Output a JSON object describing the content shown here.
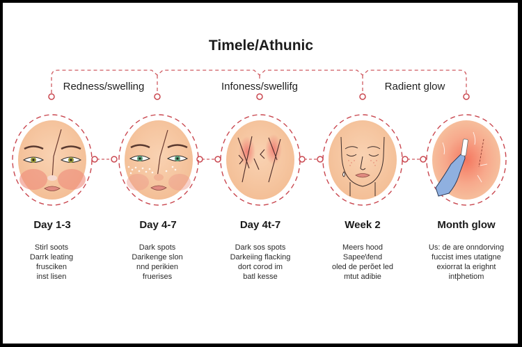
{
  "title": "Timele/Athunic",
  "colors": {
    "accent_dashed": "#c9474f",
    "skin": "#f6c6a0",
    "skin_light": "#f8d4b4",
    "redness": "#ee8a7a",
    "glove": "#8fb0e0",
    "text": "#1c1c1c"
  },
  "phases": [
    {
      "label": "Redness/swelling"
    },
    {
      "label": "Infoness/swellifg"
    },
    {
      "label": "Radient glow"
    }
  ],
  "steps": [
    {
      "label": "Day 1-3",
      "icon": "face-redness-icon",
      "desc": [
        "Stirl soots",
        "Darrk leating",
        "frusciken",
        "inst lisen"
      ]
    },
    {
      "label": "Day 4-7",
      "icon": "face-dark-spots-icon",
      "desc": [
        "Dark spots",
        "Darikenge slon",
        "nnd perikien",
        "fruerises"
      ]
    },
    {
      "label": "Day 4t-7",
      "icon": "skin-flaking-closeup-icon",
      "desc": [
        "Dark sos spots",
        "Darkeiing flacking",
        "dort corod im",
        "batl kesse"
      ]
    },
    {
      "label": "Week 2",
      "icon": "face-healing-icon",
      "desc": [
        "Meers hood",
        "Sapee\\fend",
        "oled de perŏet led",
        "mtut adibie"
      ]
    },
    {
      "label": "Month glow",
      "icon": "gloved-hand-applying-icon",
      "desc": [
        "Us: de are onndorving",
        "fuccist imes utatigne",
        "exiorrat la erighnt",
        "intþhetiom"
      ]
    }
  ]
}
